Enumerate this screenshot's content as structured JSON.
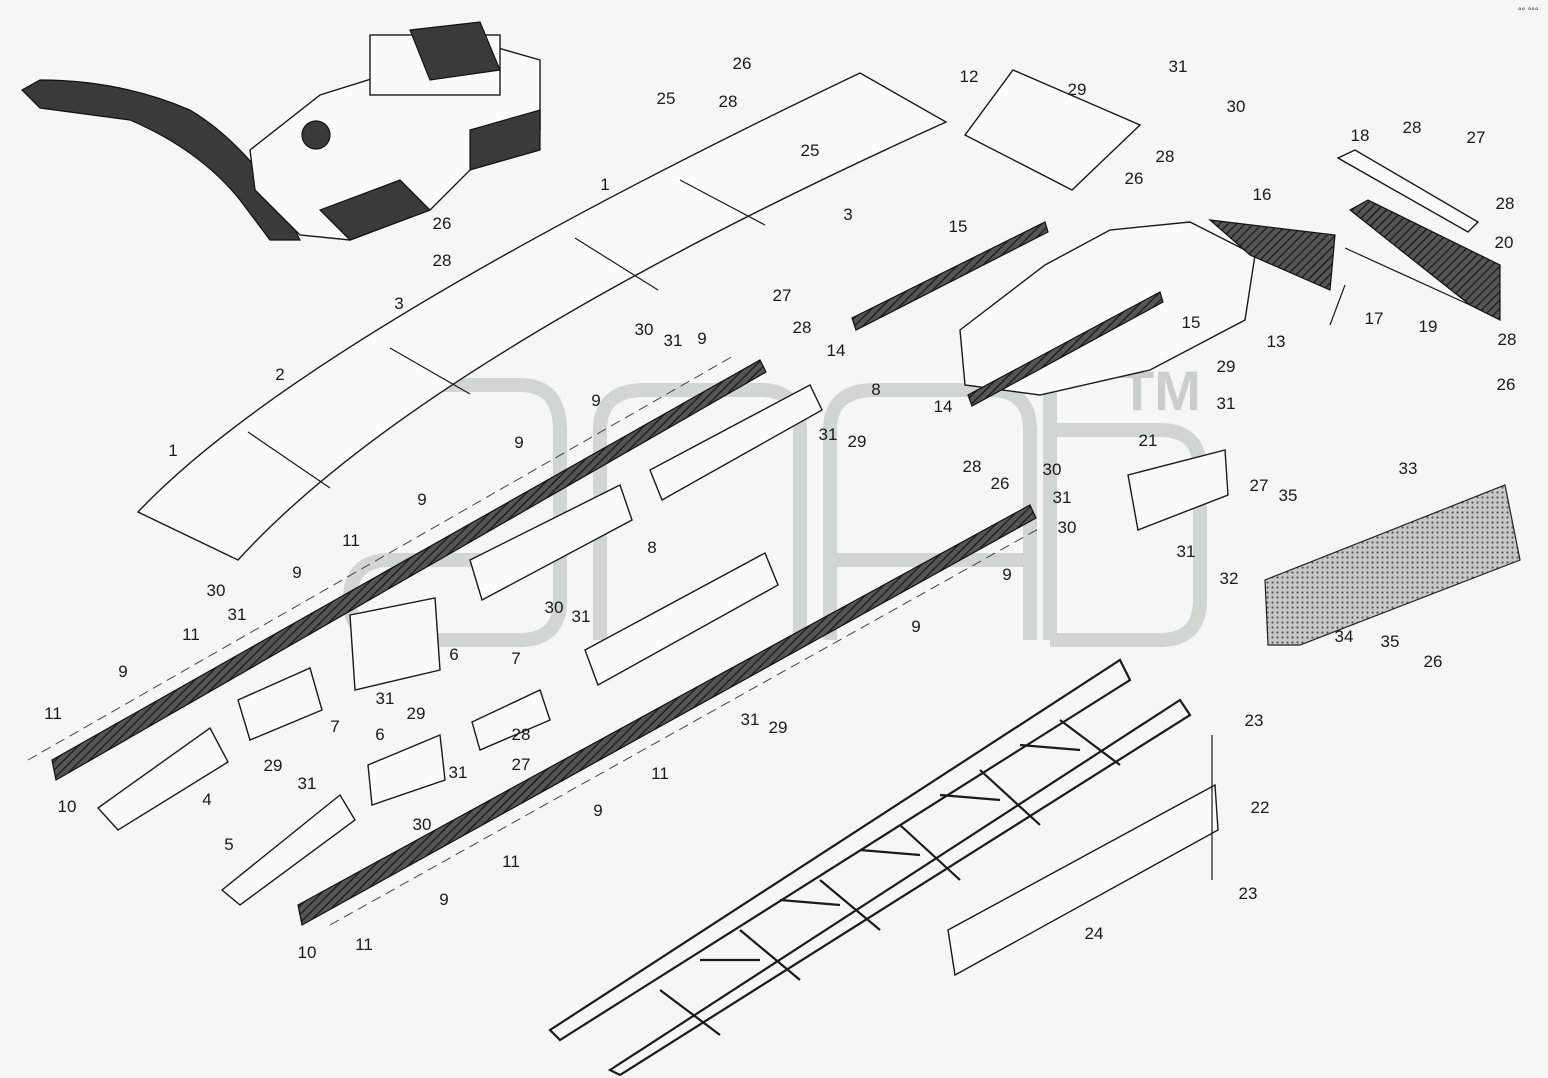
{
  "watermark": {
    "text": "TM"
  },
  "corner_mark": {
    "text": "°° °°°"
  },
  "callouts": [
    {
      "label": "26"
    },
    {
      "label": "25"
    },
    {
      "label": "28"
    },
    {
      "label": "25"
    },
    {
      "label": "1"
    },
    {
      "label": "3"
    },
    {
      "label": "26"
    },
    {
      "label": "28"
    },
    {
      "label": "3"
    },
    {
      "label": "2"
    },
    {
      "label": "1"
    },
    {
      "label": "12"
    },
    {
      "label": "29"
    },
    {
      "label": "31"
    },
    {
      "label": "30"
    },
    {
      "label": "28"
    },
    {
      "label": "26"
    },
    {
      "label": "18"
    },
    {
      "label": "28"
    },
    {
      "label": "27"
    },
    {
      "label": "28"
    },
    {
      "label": "16"
    },
    {
      "label": "20"
    },
    {
      "label": "15"
    },
    {
      "label": "27"
    },
    {
      "label": "28"
    },
    {
      "label": "14"
    },
    {
      "label": "15"
    },
    {
      "label": "13"
    },
    {
      "label": "17"
    },
    {
      "label": "19"
    },
    {
      "label": "28"
    },
    {
      "label": "26"
    },
    {
      "label": "30"
    },
    {
      "label": "31"
    },
    {
      "label": "9"
    },
    {
      "label": "9"
    },
    {
      "label": "8"
    },
    {
      "label": "9"
    },
    {
      "label": "31"
    },
    {
      "label": "29"
    },
    {
      "label": "14"
    },
    {
      "label": "29"
    },
    {
      "label": "31"
    },
    {
      "label": "21"
    },
    {
      "label": "28"
    },
    {
      "label": "30"
    },
    {
      "label": "26"
    },
    {
      "label": "31"
    },
    {
      "label": "30"
    },
    {
      "label": "27"
    },
    {
      "label": "35"
    },
    {
      "label": "33"
    },
    {
      "label": "9"
    },
    {
      "label": "11"
    },
    {
      "label": "8"
    },
    {
      "label": "30"
    },
    {
      "label": "9"
    },
    {
      "label": "31"
    },
    {
      "label": "9"
    },
    {
      "label": "31"
    },
    {
      "label": "32"
    },
    {
      "label": "30"
    },
    {
      "label": "31"
    },
    {
      "label": "6"
    },
    {
      "label": "11"
    },
    {
      "label": "7"
    },
    {
      "label": "9"
    },
    {
      "label": "9"
    },
    {
      "label": "34"
    },
    {
      "label": "35"
    },
    {
      "label": "26"
    },
    {
      "label": "31"
    },
    {
      "label": "29"
    },
    {
      "label": "11"
    },
    {
      "label": "7"
    },
    {
      "label": "28"
    },
    {
      "label": "31"
    },
    {
      "label": "29"
    },
    {
      "label": "23"
    },
    {
      "label": "6"
    },
    {
      "label": "27"
    },
    {
      "label": "29"
    },
    {
      "label": "31"
    },
    {
      "label": "11"
    },
    {
      "label": "10"
    },
    {
      "label": "4"
    },
    {
      "label": "31"
    },
    {
      "label": "30"
    },
    {
      "label": "9"
    },
    {
      "label": "22"
    },
    {
      "label": "5"
    },
    {
      "label": "11"
    },
    {
      "label": "9"
    },
    {
      "label": "23"
    },
    {
      "label": "24"
    },
    {
      "label": "10"
    },
    {
      "label": "11"
    }
  ]
}
